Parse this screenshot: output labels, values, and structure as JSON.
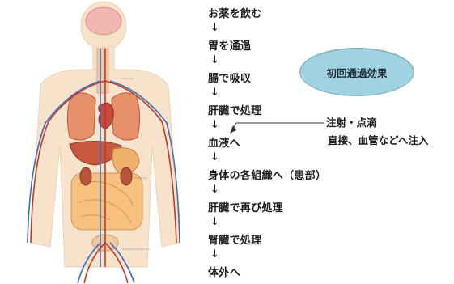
{
  "flow": {
    "steps": [
      "お薬を飲む",
      "胃を通過",
      "腸で吸収",
      "肝臓で処理",
      "血液へ",
      "身体の各組織へ（患部）",
      "肝臓で再び処理",
      "腎臓で処理",
      "体外へ"
    ],
    "arrow_glyph": "↓"
  },
  "bubble": {
    "label": "初回通過効果"
  },
  "injection": {
    "label": "注射・点滴",
    "description": "直接、血管などへ注入"
  },
  "illustration": {
    "labels": [
      "",
      "",
      "",
      ""
    ]
  },
  "colors": {
    "skin": "#f6dcc0",
    "artery": "#c0392b",
    "vein": "#3b6fb6",
    "organ": "#e7a15a",
    "bubble": "#9fd3df"
  }
}
